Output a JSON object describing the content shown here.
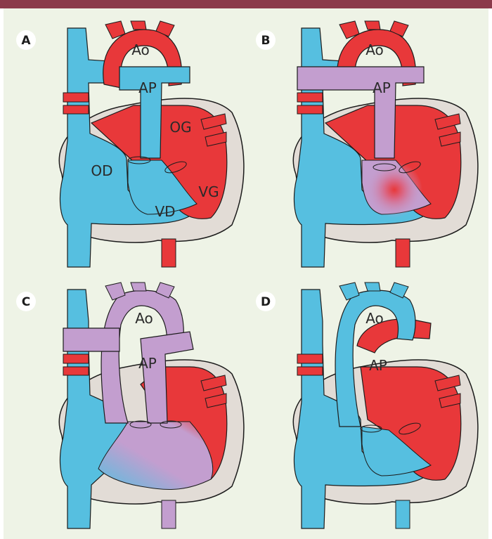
{
  "colors": {
    "top_bar": "#8b3a4a",
    "background": "#eef3e6",
    "blue": "#56bfe0",
    "red": "#e8383a",
    "purple": "#c39ecf",
    "wall": "#e2dcd6",
    "outline": "#1c1c1c",
    "label_ink": "#2a2a2a"
  },
  "panels": [
    {
      "letter": "A",
      "labels": {
        "ao": "Ao",
        "ap": "AP",
        "og": "OG",
        "od": "OD",
        "vg": "VG",
        "vd": "VD"
      }
    },
    {
      "letter": "B",
      "labels": {
        "ao": "Ao",
        "ap": "AP"
      }
    },
    {
      "letter": "C",
      "labels": {
        "ao": "Ao",
        "ap": "AP"
      }
    },
    {
      "letter": "D",
      "labels": {
        "ao": "Ao",
        "ap": "AP"
      }
    }
  ]
}
